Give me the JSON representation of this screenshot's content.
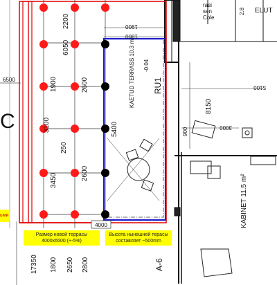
{
  "colors": {
    "new_terrace": "#e00000",
    "existing_terrace": "#1a1acc",
    "note_bg": "#ffff00",
    "column_red": "#ff1a1a",
    "column_black": "#000000"
  },
  "labels": {
    "top_left_dim_2200": "2200",
    "top_dim_1900": "1900",
    "top_dim_1800": "1800",
    "dim_6050": "6050",
    "dim_1900": "1900",
    "dim_2600_a": "2600",
    "dim_3100": "3100",
    "dim_250": "250",
    "dim_3450": "3450",
    "dim_2600_b": "2600",
    "dim_5400": "5400",
    "dim_4000": "4000",
    "left_dim_6500": "6500",
    "terrace_name": "KAETUD TERRASS 10.3 m²",
    "level": "-0.04",
    "room_ru1": "RU1",
    "dim_5100": "5100",
    "dim_8150": "8150",
    "dim_900": "900",
    "dim_3000": "3000",
    "cabinet": "KABINET 11.5 m²",
    "axis_a6": "A-6",
    "bottom_17350": "17350",
    "bottom_1800": "1800",
    "bottom_2650": "2650",
    "bottom_2800": "2800",
    "top_right_1": "rasi",
    "top_right_2": "sen",
    "top_right_3": "Cole",
    "top_right_4": "2.8",
    "top_right_elu": "ELUT",
    "left_edge_note": "ьми",
    "left_c": "C"
  },
  "notes": {
    "new_terrace_size": "Размер новой террасы 4000x6500 (+-5%)",
    "existing_terrace_height": "Высота нынешней терасы составляет ~500mm"
  }
}
